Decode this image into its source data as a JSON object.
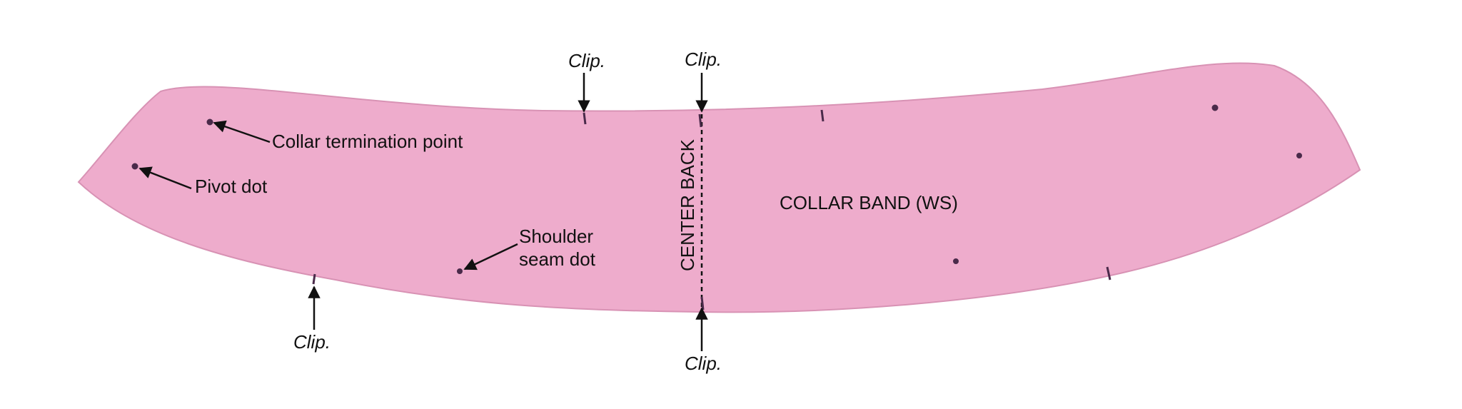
{
  "labels": {
    "collar_termination_point": "Collar termination point",
    "pivot_dot": "Pivot dot",
    "shoulder_seam_dot_line1": "Shoulder",
    "shoulder_seam_dot_line2": "seam dot",
    "center_back": "CENTER BACK",
    "collar_band": "COLLAR BAND (WS)",
    "clip_top_left": "Clip.",
    "clip_top_center": "Clip.",
    "clip_bottom_left": "Clip.",
    "clip_bottom_center": "Clip."
  },
  "colors": {
    "fabric": "#eeaccc",
    "fabric_edge": "#d892b4",
    "marks": "#4a2a4a",
    "text": "#111111",
    "background": "#ffffff"
  }
}
